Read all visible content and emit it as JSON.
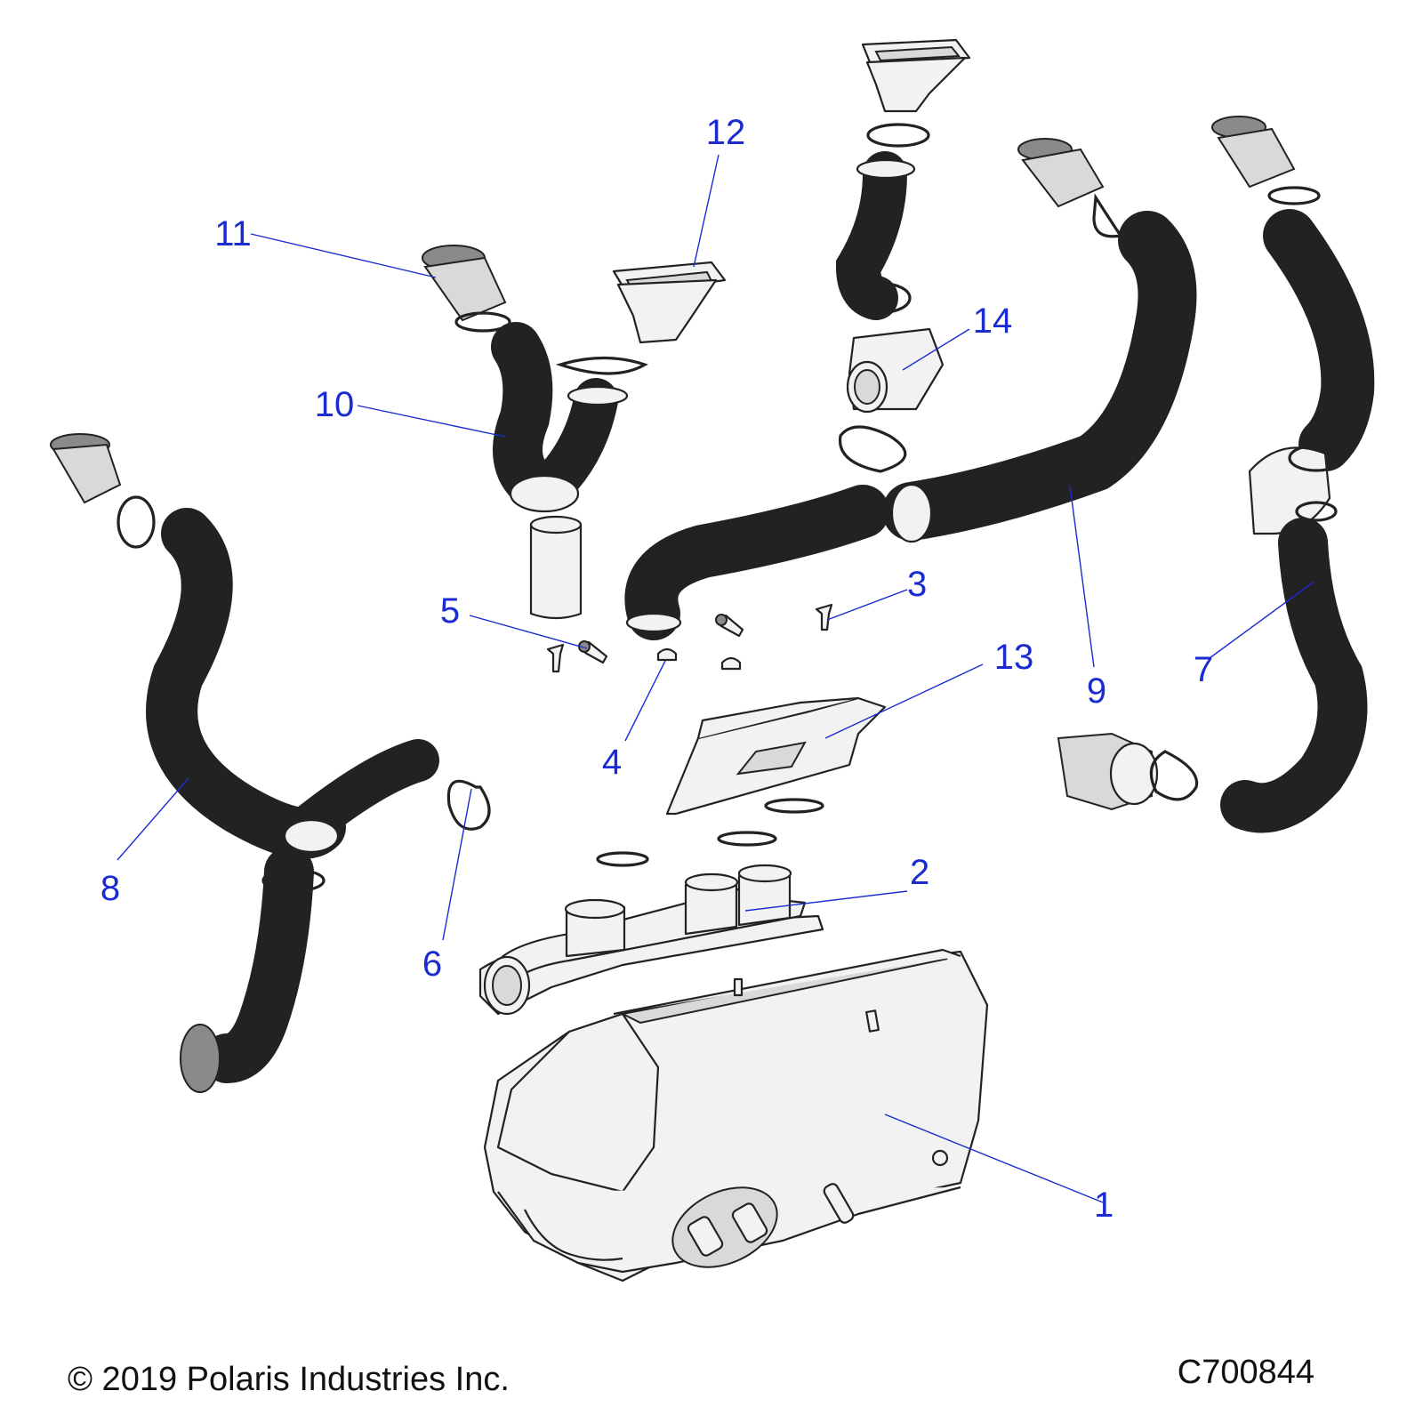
{
  "callouts": {
    "c1": "1",
    "c2": "2",
    "c3": "3",
    "c4": "4",
    "c5": "5",
    "c6": "6",
    "c7": "7",
    "c8": "8",
    "c9": "9",
    "c10": "10",
    "c11": "11",
    "c12": "12",
    "c13": "13",
    "c14": "14"
  },
  "footer": {
    "copyright": "© 2019 Polaris Industries Inc.",
    "drawing_number": "C700844"
  },
  "colors": {
    "callout": "#1a2bd1",
    "line": "#222222",
    "part_fill": "#f2f2f2"
  }
}
